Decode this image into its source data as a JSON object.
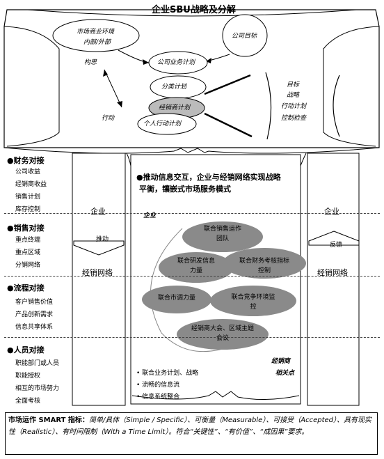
{
  "title": "企业SBU战略及分解",
  "top": {
    "market_env_line1": "市场商业环境",
    "market_env_line2": "内部/外部",
    "company_goal": "公司目标",
    "concept": "构思",
    "action": "行动",
    "business_plan": "公司业务计划",
    "sub_plan": "分类计划",
    "dealer_plan": "经销商计划",
    "personal_plan": "个人行动计划",
    "right_list": [
      "目标",
      "战略",
      "行动计划",
      "控制检查"
    ]
  },
  "left": {
    "sections": [
      {
        "title": "●财务对接",
        "items": [
          "公司收益",
          "经销商收益",
          "销售计划",
          "库存控制"
        ]
      },
      {
        "title": "●销售对接",
        "items": [
          "重点终端",
          "重点区域",
          "分销网络"
        ]
      },
      {
        "title": "●流程对接",
        "items": [
          "客户销售价值",
          "产品创新需求",
          "信息共享体系"
        ]
      },
      {
        "title": "●人员对接",
        "items": [
          "职能部门或人员",
          "职能授权",
          "相互的市场努力",
          "全面考核"
        ]
      }
    ]
  },
  "center": {
    "headline_line1": "●推动信息交互，企业与经销网络实现战略",
    "headline_line2": "平衡，镶嵌式市场服务模式",
    "enterprise_label": "企业",
    "clouds": [
      {
        "line1": "联合销售运作",
        "line2": "团队"
      },
      {
        "line1": "联合研发信息",
        "line2": "力量"
      },
      {
        "line1": "联合财务考核指标",
        "line2": "控制"
      },
      {
        "line1": "联合市调力量",
        "line2": ""
      },
      {
        "line1": "联合竞争环境监",
        "line2": "控"
      },
      {
        "line1": "经销商大会、区域主题",
        "line2": "会议"
      }
    ],
    "dealer_label_line1": "经销商",
    "dealer_label_line2": "相关点",
    "bullets": [
      "联合业务计划、战略",
      "流畅的信息流",
      "信息系统整合"
    ]
  },
  "left_column": {
    "top": "企业",
    "arrow": "推动",
    "bottom": "经销网络"
  },
  "right_column": {
    "top": "企业",
    "arrow": "反馈",
    "bottom": "经销网络"
  },
  "footer": {
    "label": "市场运作 SMART 指标：",
    "body": "简单/具体（Simple / Specific）、可衡量（Measurable）、可接受（Accepted）、具有现实性（Realistic）、有时间限制（With a Time Limit）。符合“关键性”、“有价值”、“成因果”要求。"
  }
}
